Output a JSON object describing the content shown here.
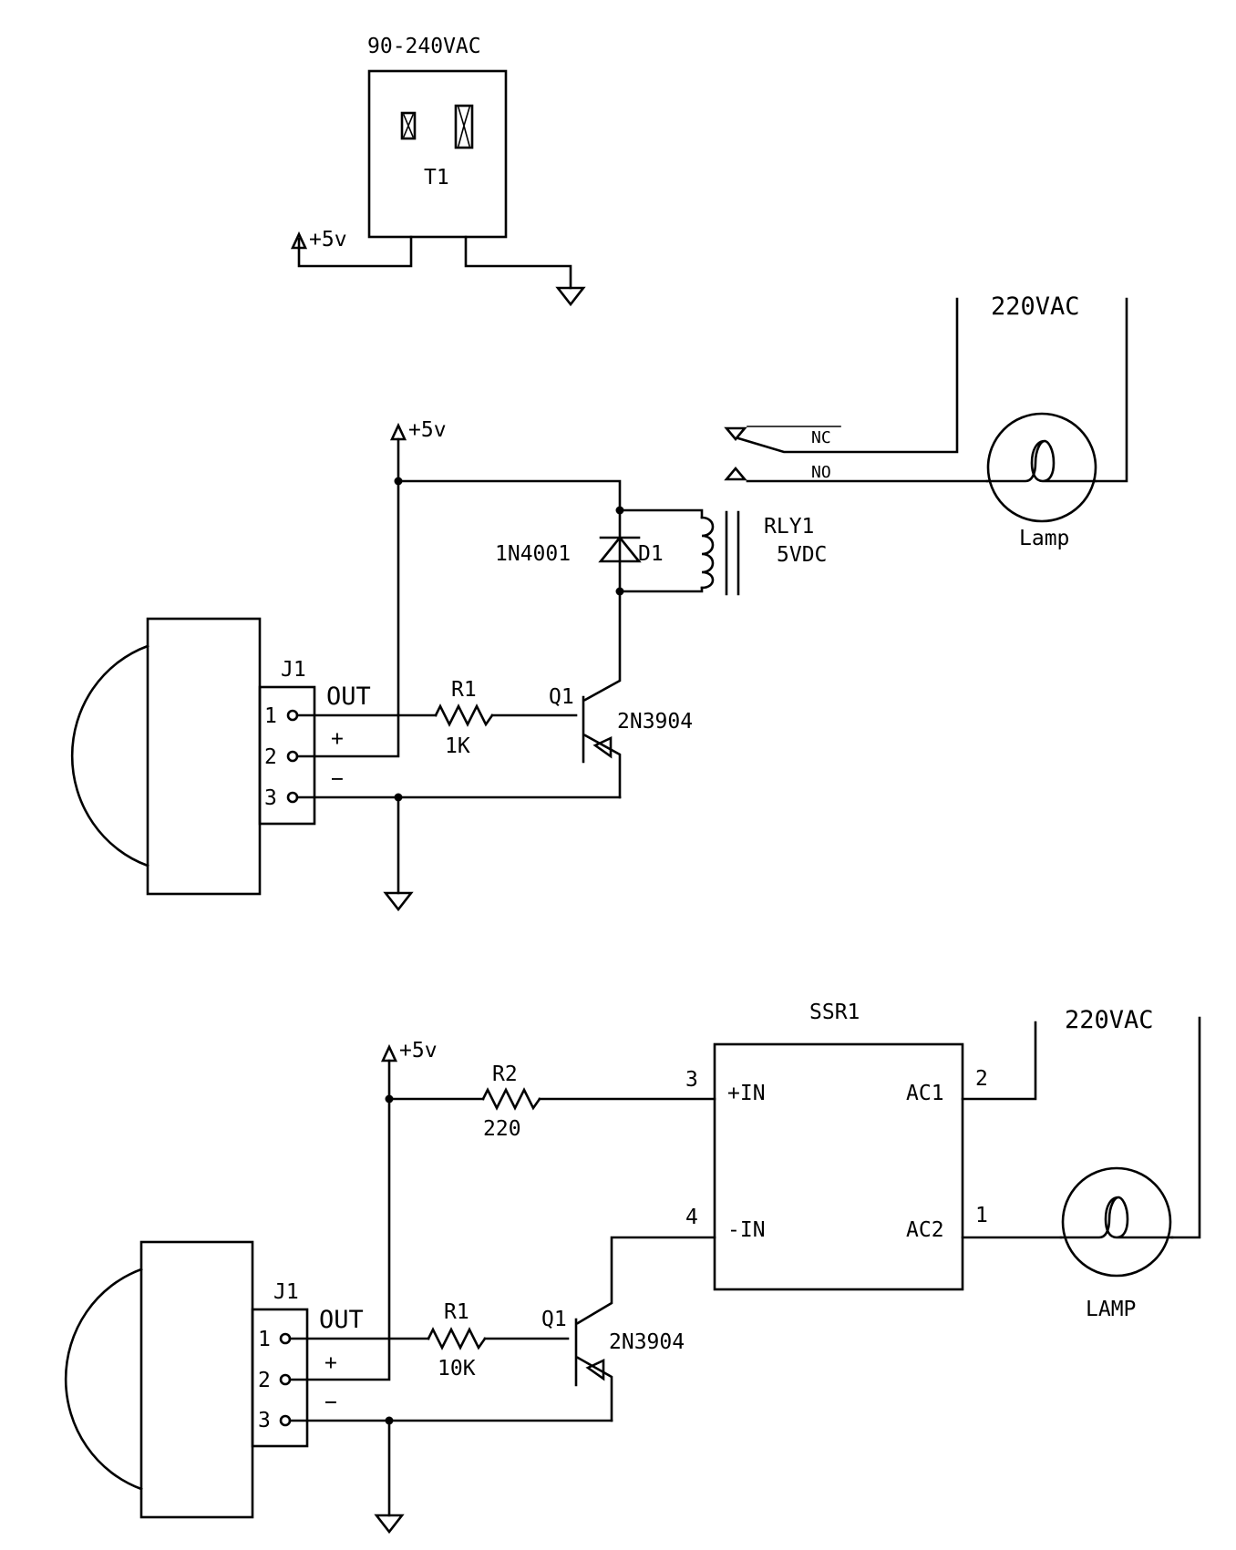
{
  "power": {
    "input": "90-240VAC",
    "ref": "T1",
    "vcc": "+5v"
  },
  "relay_circuit": {
    "vcc": "+5v",
    "mains": "220VAC",
    "relay": {
      "ref": "RLY1",
      "rating": "5VDC",
      "nc": "NC",
      "no": "NO"
    },
    "diode": {
      "part": "1N4001",
      "ref": "D1"
    },
    "lamp": "Lamp",
    "connector": {
      "ref": "J1",
      "pin1": "1",
      "pin2": "2",
      "pin3": "3",
      "out": "OUT",
      "plus": "+",
      "minus": "−"
    },
    "resistor": {
      "ref": "R1",
      "value": "1K"
    },
    "transistor": {
      "ref": "Q1",
      "part": "2N3904"
    }
  },
  "ssr_circuit": {
    "vcc": "+5v",
    "mains": "220VAC",
    "ssr": {
      "ref": "SSR1",
      "in_plus": "+IN",
      "in_minus": "-IN",
      "ac1": "AC1",
      "ac2": "AC2",
      "pin3": "3",
      "pin4": "4",
      "pin2": "2",
      "pin1": "1"
    },
    "resistor2": {
      "ref": "R2",
      "value": "220"
    },
    "lamp": "LAMP",
    "connector": {
      "ref": "J1",
      "pin1": "1",
      "pin2": "2",
      "pin3": "3",
      "out": "OUT",
      "plus": "+",
      "minus": "−"
    },
    "resistor": {
      "ref": "R1",
      "value": "10K"
    },
    "transistor": {
      "ref": "Q1",
      "part": "2N3904"
    }
  }
}
